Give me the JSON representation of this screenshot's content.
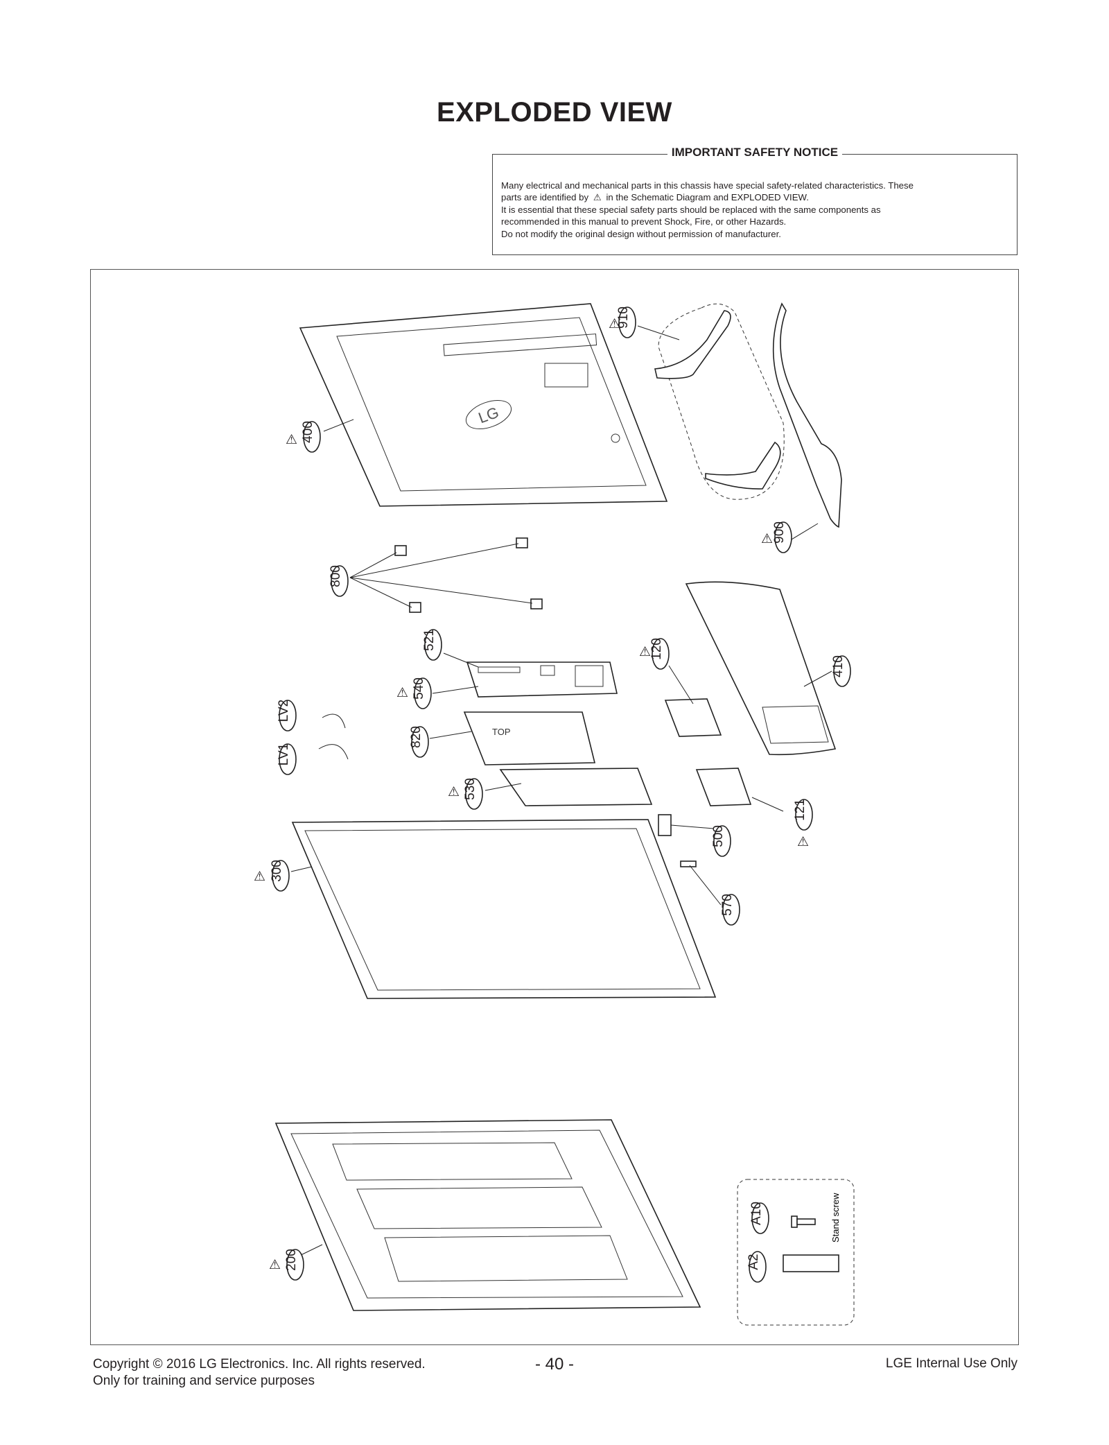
{
  "page_title": "EXPLODED VIEW",
  "notice": {
    "heading": "IMPORTANT SAFETY NOTICE",
    "line1": "Many electrical and mechanical parts in this chassis have special safety-related characteristics. These",
    "line2_before": "parts are identified by",
    "line2_symbol": "⚠",
    "line2_after": "in the Schematic Diagram and EXPLODED VIEW.",
    "line3": "It is essential that these special safety parts should be replaced with the same components as",
    "line4": "recommended in this manual to prevent Shock, Fire, or other Hazards.",
    "line5": "Do not modify the original design without permission of manufacturer."
  },
  "diagram": {
    "warning_symbol": "⚠",
    "callouts": {
      "p910": "910",
      "p400": "400",
      "p900": "900",
      "p800": "800",
      "p521": "521",
      "p120": "120",
      "p410": "410",
      "p540": "540",
      "pLV2": "LV2",
      "p820": "820",
      "pLV1": "LV1",
      "p530": "530",
      "p121": "121",
      "p500": "500",
      "p300": "300",
      "p570": "570",
      "p200": "200",
      "pA10": "A10",
      "pA2": "A2"
    },
    "back_cover_logo": "LG",
    "board_arrow_text": "TOP",
    "accessory_label": "Stand screw"
  },
  "footer": {
    "copyright": "Copyright  © 2016 LG Electronics. Inc. All rights reserved.",
    "purpose": "Only for training and service purposes",
    "page_number": "- 40 -",
    "internal": "LGE Internal Use Only"
  }
}
